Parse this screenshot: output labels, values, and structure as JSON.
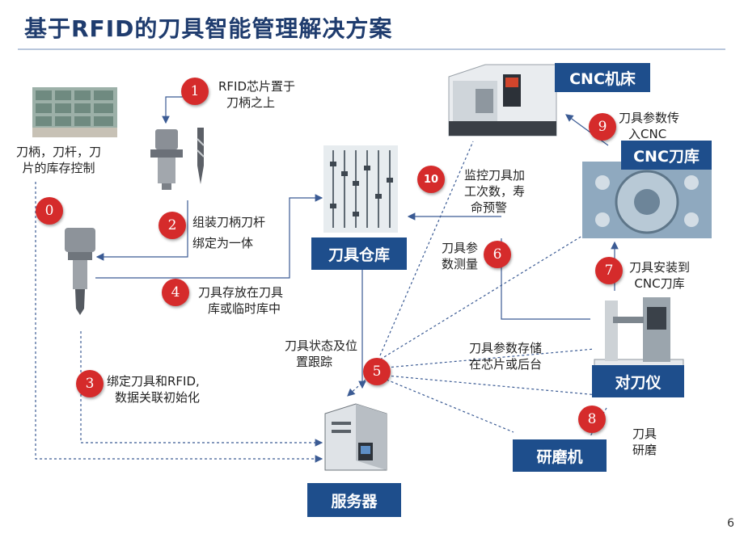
{
  "title": "基于RFID的刀具智能管理解决方案",
  "page_number": "6",
  "nodes": {
    "cnc_machine": "CNC机床",
    "cnc_magazine": "CNC刀库",
    "tool_warehouse": "刀具仓库",
    "presetter": "对刀仪",
    "grinder": "研磨机",
    "server": "服务器"
  },
  "labels": {
    "inventory": [
      "刀柄，刀杆，刀",
      "片的库存控制"
    ],
    "step1": [
      "RFID芯片置于",
      "刀柄之上"
    ],
    "step2": [
      "组装刀柄刀杆",
      "绑定为一体"
    ],
    "step3": [
      "绑定刀具和RFID,",
      "数据关联初始化"
    ],
    "step4": [
      "刀具存放在刀具",
      "库或临时库中"
    ],
    "step5": [
      "刀具状态及位",
      "置跟踪"
    ],
    "step6": [
      "刀具参",
      "数测量"
    ],
    "step7": [
      "刀具安装到",
      "CNC刀库"
    ],
    "step8": [
      "刀具",
      "研磨"
    ],
    "step9": [
      "刀具参数传",
      "入CNC"
    ],
    "step10": [
      "监控刀具加",
      "工次数，寿",
      "命预警"
    ],
    "store": [
      "刀具参数存储",
      "在芯片或后台"
    ]
  },
  "numbers": [
    "0",
    "1",
    "2",
    "3",
    "4",
    "5",
    "6",
    "7",
    "8",
    "9",
    "10"
  ]
}
